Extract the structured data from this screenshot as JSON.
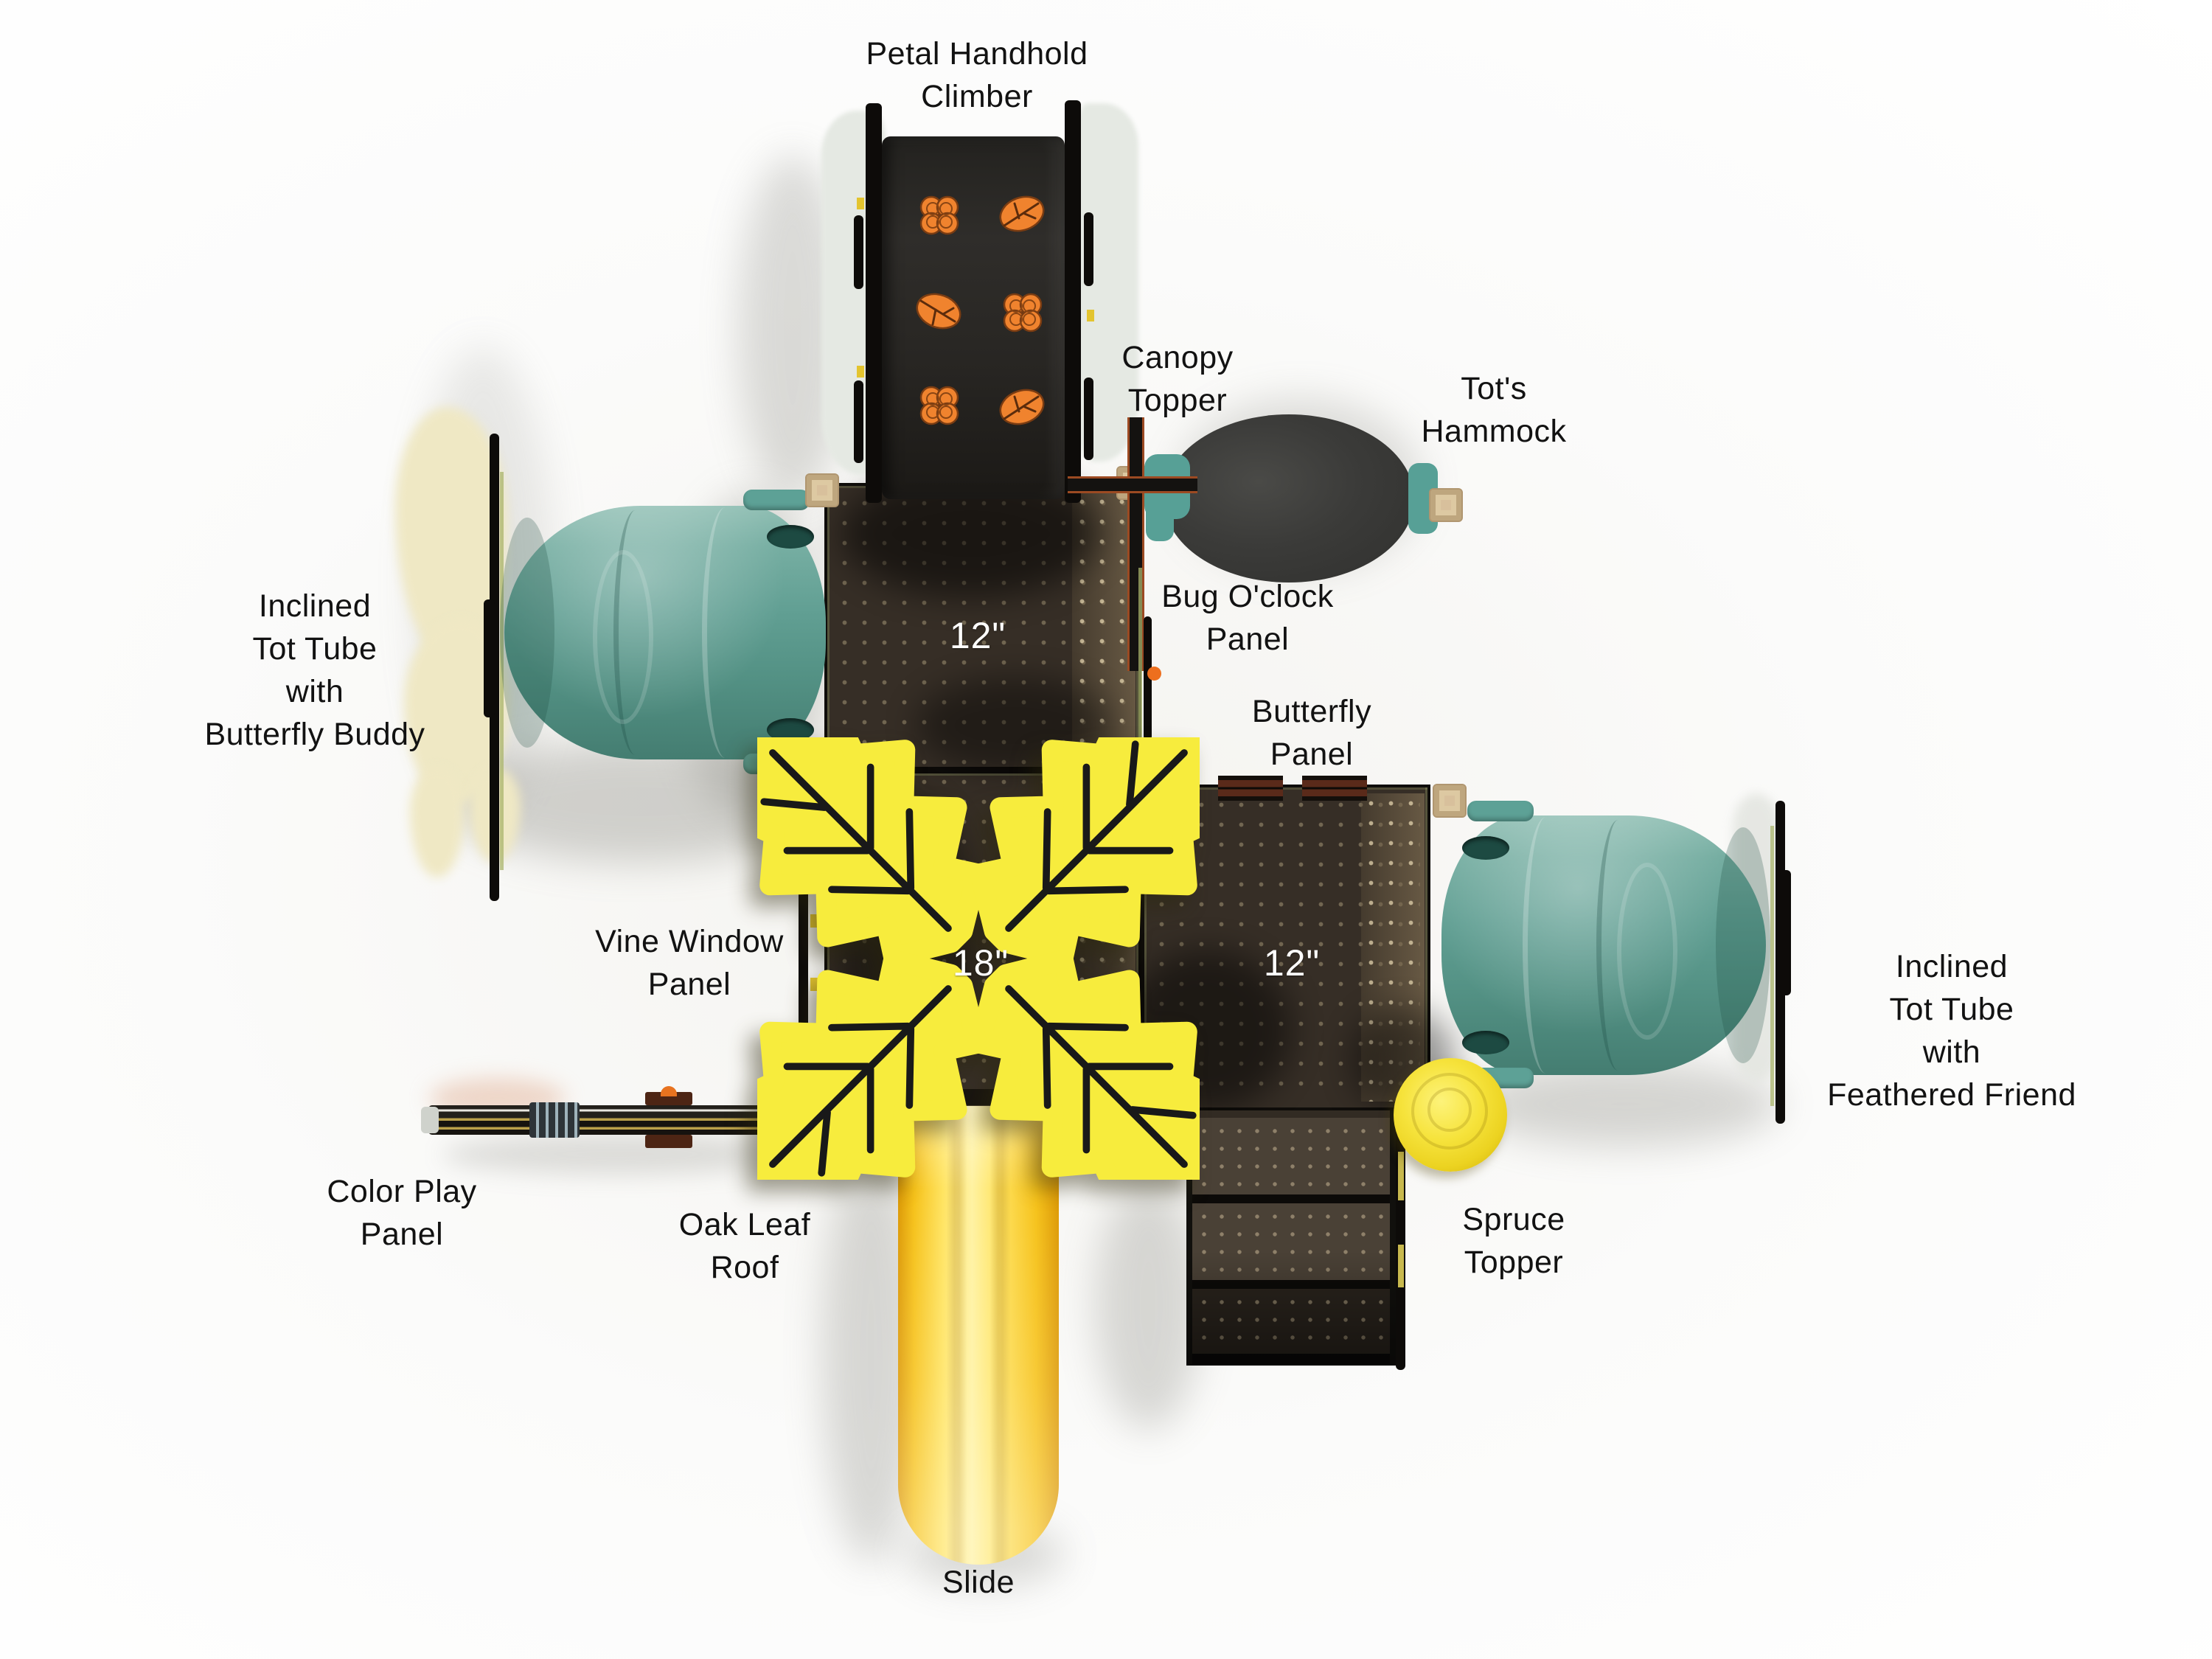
{
  "scene": {
    "view": "playground-structure-top-view",
    "background": "#ffffff"
  },
  "annotations": {
    "petal_climber": "Petal Handhold\nClimber",
    "canopy_topper": "Canopy\nTopper",
    "tots_hammock": "Tot's\nHammock",
    "bug_oclock_panel": "Bug O'clock\nPanel",
    "butterfly_panel": "Butterfly\nPanel",
    "tot_tube_left": "Inclined\nTot Tube\nwith\nButterfly Buddy",
    "vine_window_panel": "Vine Window\nPanel",
    "tot_tube_right": "Inclined\nTot Tube\nwith\nFeathered Friend",
    "color_play_panel": "Color Play\nPanel",
    "oak_leaf_roof": "Oak Leaf\nRoof",
    "spruce_topper": "Spruce\nTopper",
    "slide": "Slide"
  },
  "deck_heights": {
    "deck_top": "12\"",
    "deck_center": "18\"",
    "deck_right": "12\""
  },
  "colors": {
    "handhold_orange": "#f0832e",
    "deck_brown": "#362e26",
    "leaf_yellow": "#f7ec3d",
    "slide_gold": "#ffd935",
    "tube_teal": "#66a89d",
    "hammock_charcoal": "#3b3b39",
    "post_tan": "#d8c09c",
    "panel_black": "#0d0b09"
  }
}
